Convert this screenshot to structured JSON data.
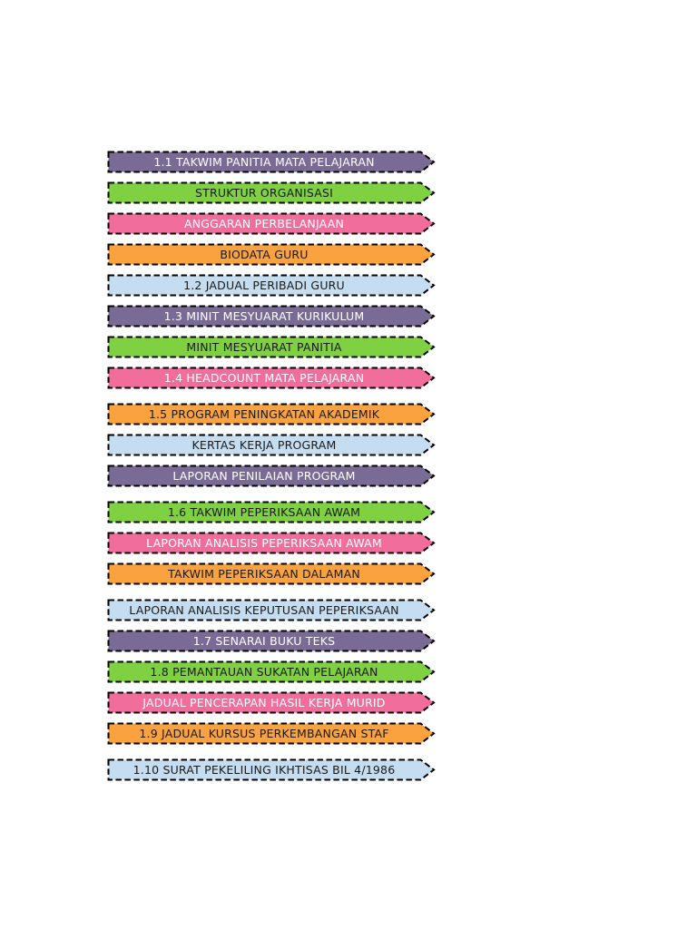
{
  "page": {
    "background": "#ffffff"
  },
  "banners": {
    "border_color": "#000000",
    "palette": {
      "purple": "#7a6b96",
      "green": "#7fd142",
      "pink": "#f16d9c",
      "orange": "#f9a23f",
      "blue": "#c4ddf1"
    },
    "items": [
      {
        "label": "1.1 TAKWIM PANITIA MATA PELAJARAN",
        "fill": "#7a6b96",
        "text_color": "#ffffff"
      },
      {
        "label": "STRUKTUR ORGANISASI",
        "fill": "#7fd142",
        "text_color": "#1a1a1a"
      },
      {
        "label": "ANGGARAN PERBELANJAAN",
        "fill": "#f16d9c",
        "text_color": "#ffffff"
      },
      {
        "label": "BIODATA GURU",
        "fill": "#f9a23f",
        "text_color": "#1a1a1a"
      },
      {
        "label": "1.2 JADUAL PERIBADI GURU",
        "fill": "#c4ddf1",
        "text_color": "#1a1a1a"
      },
      {
        "label": "1.3 MINIT MESYUARAT KURIKULUM",
        "fill": "#7a6b96",
        "text_color": "#ffffff"
      },
      {
        "label": "MINIT MESYUARAT PANITIA",
        "fill": "#7fd142",
        "text_color": "#1a1a1a"
      },
      {
        "label": "1.4 HEADCOUNT MATA PELAJARAN",
        "fill": "#f16d9c",
        "text_color": "#ffffff"
      },
      {
        "label": "1.5 PROGRAM PENINGKATAN AKADEMIK",
        "fill": "#f9a23f",
        "text_color": "#1a1a1a"
      },
      {
        "label": "KERTAS KERJA PROGRAM",
        "fill": "#c4ddf1",
        "text_color": "#1a1a1a"
      },
      {
        "label": "LAPORAN PENILAIAN PROGRAM",
        "fill": "#7a6b96",
        "text_color": "#ffffff"
      },
      {
        "label": "1.6 TAKWIM PEPERIKSAAN AWAM",
        "fill": "#7fd142",
        "text_color": "#1a1a1a"
      },
      {
        "label": "LAPORAN ANALISIS PEPERIKSAAN AWAM",
        "fill": "#f16d9c",
        "text_color": "#ffffff"
      },
      {
        "label": "TAKWIM PEPERIKSAAN DALAMAN",
        "fill": "#f9a23f",
        "text_color": "#1a1a1a"
      },
      {
        "label": "LAPORAN ANALISIS KEPUTUSAN PEPERIKSAAN",
        "fill": "#c4ddf1",
        "text_color": "#1a1a1a"
      },
      {
        "label": "1.7 SENARAI BUKU TEKS",
        "fill": "#7a6b96",
        "text_color": "#ffffff"
      },
      {
        "label": "1.8 PEMANTAUAN SUKATAN PELAJARAN",
        "fill": "#7fd142",
        "text_color": "#1a1a1a"
      },
      {
        "label": "JADUAL PENCERAPAN HASIL KERJA MURID",
        "fill": "#f16d9c",
        "text_color": "#ffffff"
      },
      {
        "label": "1.9 JADUAL KURSUS PERKEMBANGAN STAF",
        "fill": "#f9a23f",
        "text_color": "#1a1a1a"
      },
      {
        "label": "1.10 SURAT PEKELILING IKHTISAS BIL 4/1986",
        "fill": "#c4ddf1",
        "text_color": "#1a1a1a"
      }
    ]
  }
}
